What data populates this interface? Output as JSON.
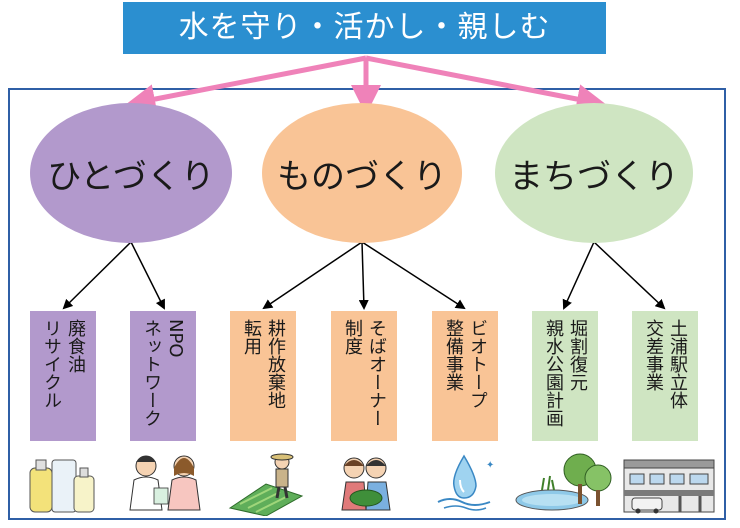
{
  "title": "水を守り・活かし・親しむ",
  "categories": [
    {
      "label": "ひとづくり"
    },
    {
      "label": "ものづくり"
    },
    {
      "label": "まちづくり"
    }
  ],
  "boxes": [
    {
      "lines": [
        "廃食油",
        "リサイクル"
      ]
    },
    {
      "lines": [
        "NPO",
        "ネットワーク"
      ]
    },
    {
      "lines": [
        "耕作放棄地",
        "転用"
      ]
    },
    {
      "lines": [
        "そばオーナー",
        "制度"
      ]
    },
    {
      "lines": [
        "ビオトープ",
        "整備事業"
      ]
    },
    {
      "lines": [
        "堀割復元",
        "親水公園計画"
      ]
    },
    {
      "lines": [
        "土浦駅立体",
        "交差事業"
      ]
    }
  ],
  "illustrations": [
    "bottles-illustration",
    "people-meeting-illustration",
    "farmer-field-illustration",
    "children-harvest-illustration",
    "water-drop-illustration",
    "park-pond-illustration",
    "station-building-illustration"
  ],
  "colors": {
    "title_bg": "#2b8fd0",
    "frame": "#2f5fa6",
    "arrow_pink": "#ef82b9",
    "purple": "#b299cc",
    "orange": "#f9c496",
    "green": "#cfe5c2"
  }
}
